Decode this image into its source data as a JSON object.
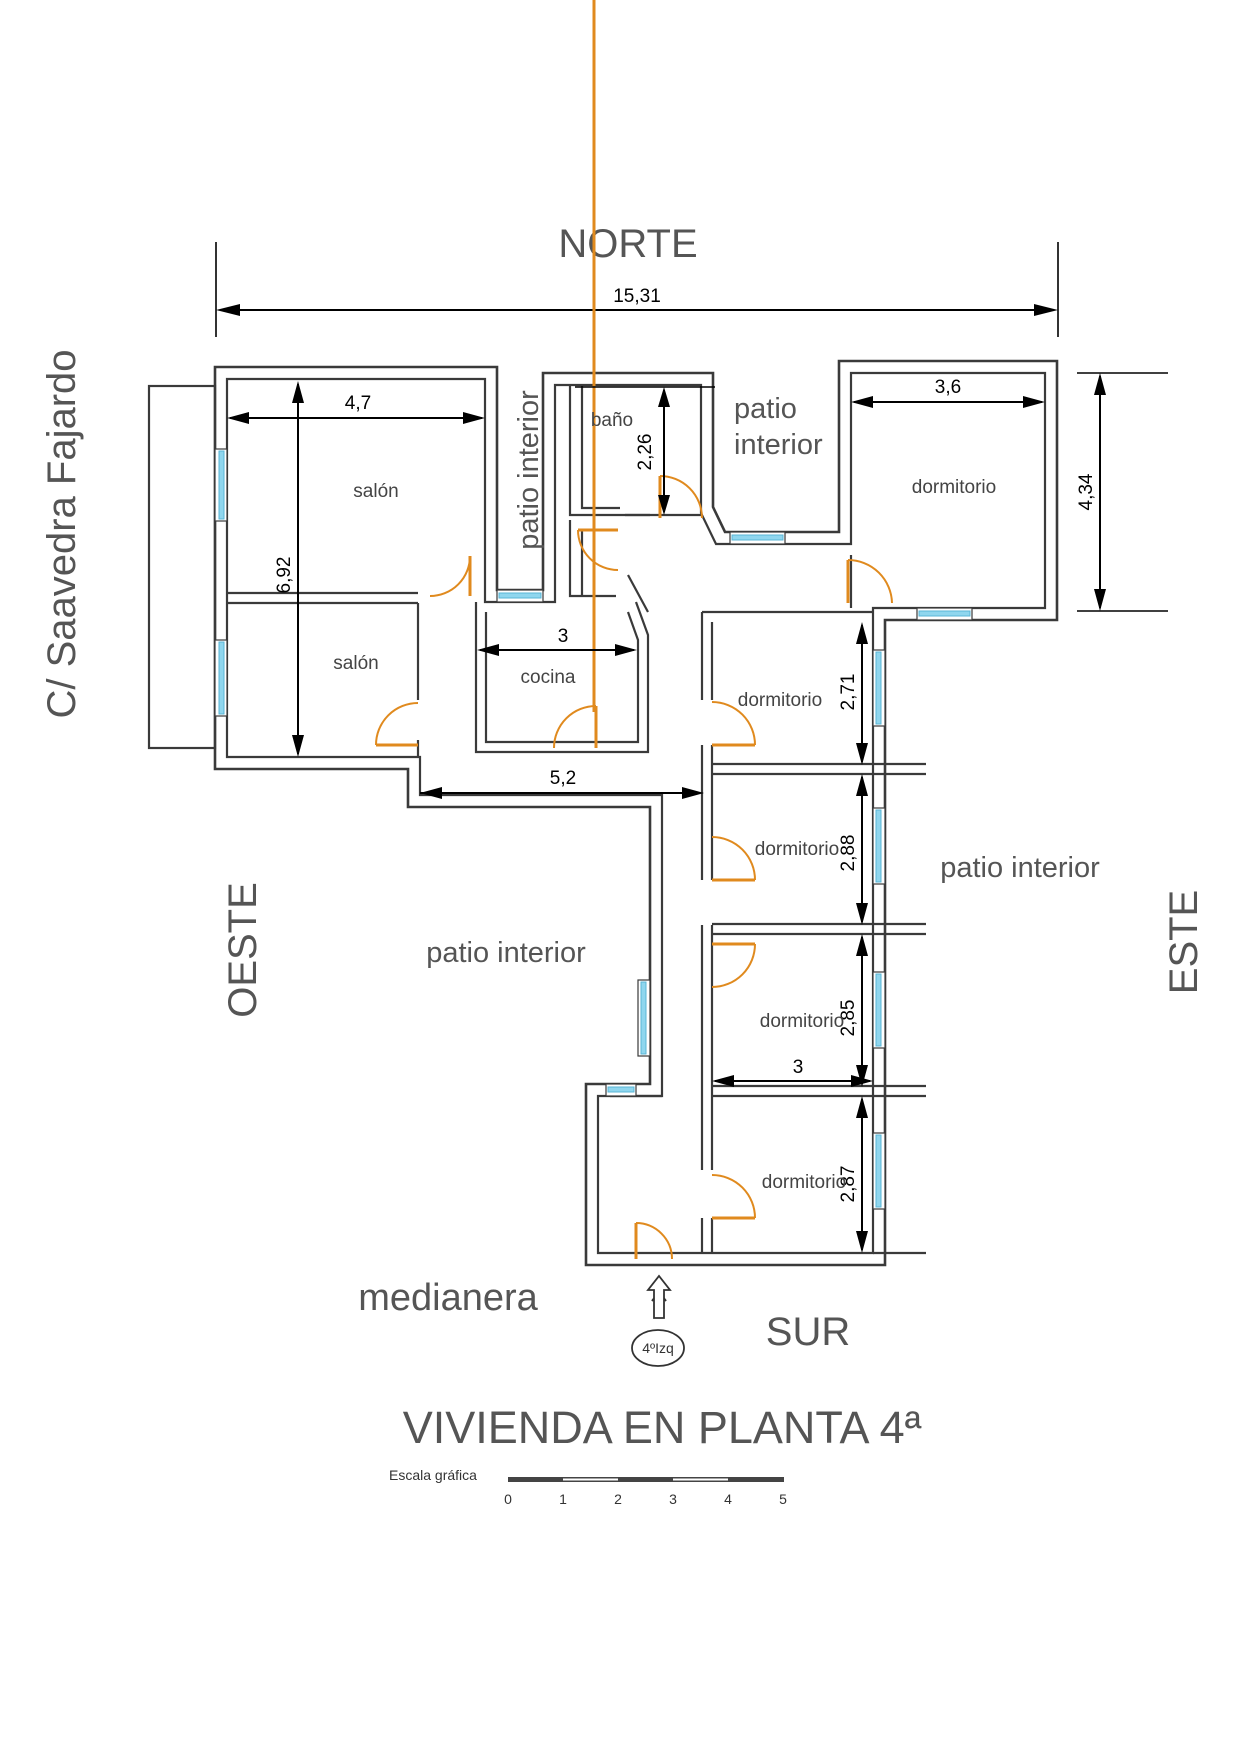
{
  "orientation": {
    "north": "NORTE",
    "south": "SUR",
    "east": "ESTE",
    "west": "OESTE"
  },
  "street": "C/ Saavedra Fajardo",
  "rooms": {
    "salon_1": "salón",
    "salon_2": "salón",
    "bano": "baño",
    "cocina": "cocina",
    "dormitorio_ne": "dormitorio",
    "dormitorio_1": "dormitorio",
    "dormitorio_2": "dormitorio",
    "dormitorio_3": "dormitorio",
    "dormitorio_4": "dormitorio"
  },
  "patios": {
    "patio_north_vertical": "patio interior",
    "patio_north_line1": "patio",
    "patio_north_line2": "interior",
    "patio_east": "patio interior",
    "patio_west": "patio interior"
  },
  "dimensions": {
    "total_width": "15,31",
    "salon_width": "4,7",
    "salon_depth": "6,92",
    "bano_depth": "2,26",
    "dorm_ne_width": "3,6",
    "dorm_ne_depth": "4,34",
    "cocina_width": "3",
    "corridor_width": "5,2",
    "dorm_1_depth": "2,71",
    "dorm_2_depth": "2,88",
    "dorm_3_depth": "2,85",
    "dorm_3_width": "3",
    "dorm_4_depth": "2,87"
  },
  "labels": {
    "medianera": "medianera",
    "entrance": "4ºIzq",
    "title": "VIVIENDA EN PLANTA 4ª"
  },
  "scale": {
    "label": "Escala gráfica",
    "ticks": [
      "0",
      "1",
      "2",
      "3",
      "4",
      "5"
    ]
  },
  "colors": {
    "window": "#8fd6ee",
    "door": "#e08a1e",
    "wall": "#3a3a3a"
  }
}
